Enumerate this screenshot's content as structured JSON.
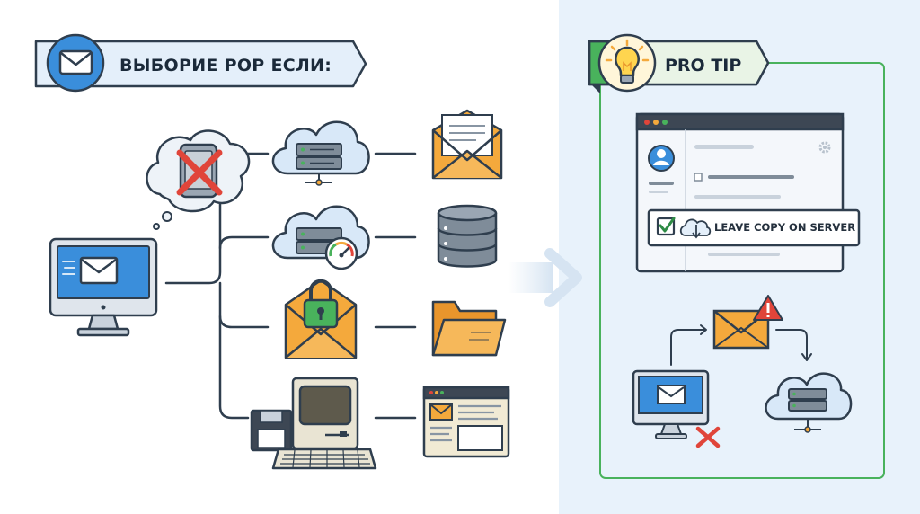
{
  "header": {
    "title": "ВЫБОРИЕ POP ЕСЛИ:"
  },
  "pro_tip": {
    "title": "PRO TIP",
    "setting_label": "LEAVE COPY ON SERVER"
  },
  "colors": {
    "panel_bg": "#e8f2fb",
    "accent_blue": "#3a8edb",
    "accent_green": "#49b25c",
    "orange": "#f4a93c",
    "outline": "#2f3e4e",
    "warning_red": "#e0453a"
  },
  "icons": {
    "header": "envelope-icon",
    "pro_tip": "lightbulb-icon",
    "rows": [
      [
        "cloud-server-icon",
        "envelope-letter-icon"
      ],
      [
        "cloud-server-speed-icon",
        "database-icon"
      ],
      [
        "locked-envelope-icon",
        "folder-icon"
      ],
      [
        "retro-computer-icon",
        "email-client-window-icon"
      ]
    ]
  }
}
